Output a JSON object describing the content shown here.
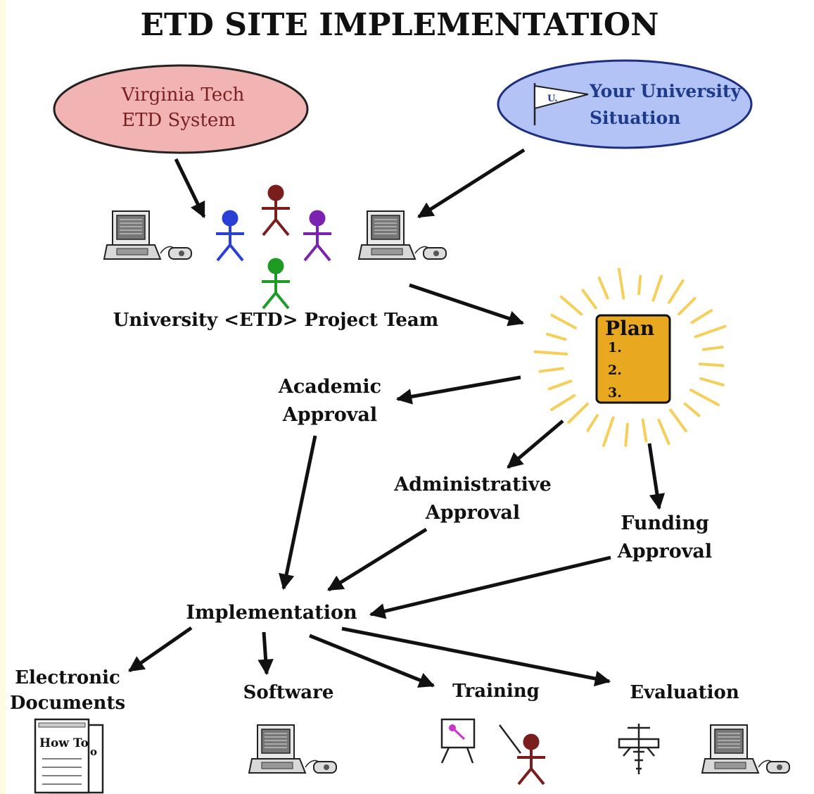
{
  "title": "ETD SITE IMPLEMENTATION",
  "nodes": {
    "vt": {
      "line1": "Virginia Tech",
      "line2": "ETD System"
    },
    "univ": {
      "line1": "Your University",
      "line2": "Situation",
      "flag_text": "U."
    },
    "team": {
      "label": "University <ETD> Project Team"
    },
    "plan": {
      "title": "Plan",
      "items": [
        "1.",
        "2.",
        "3."
      ]
    },
    "academic": {
      "line1": "Academic",
      "line2": "Approval"
    },
    "administrative": {
      "line1": "Administrative",
      "line2": "Approval"
    },
    "funding": {
      "line1": "Funding",
      "line2": "Approval"
    },
    "implementation": {
      "label": "Implementation"
    },
    "electronic": {
      "line1": "Electronic",
      "line2": "Documents",
      "doc_text": "How To",
      "doc_side": "o"
    },
    "software": {
      "label": "Software"
    },
    "training": {
      "label": "Training"
    },
    "evaluation": {
      "label": "Evaluation"
    }
  },
  "colors": {
    "vt_fill": "#f2b3b3",
    "vt_text": "#7a1f1f",
    "univ_fill": "#b3c3f5",
    "univ_text": "#1e3a8a",
    "plan_fill": "#e8a820",
    "sun_rays": "#f5cf5a",
    "person_blue": "#2a3fd6",
    "person_maroon": "#7a1d1d",
    "person_purple": "#7b22b0",
    "person_green": "#1f9a24",
    "easel_pen": "#cc33cc"
  }
}
